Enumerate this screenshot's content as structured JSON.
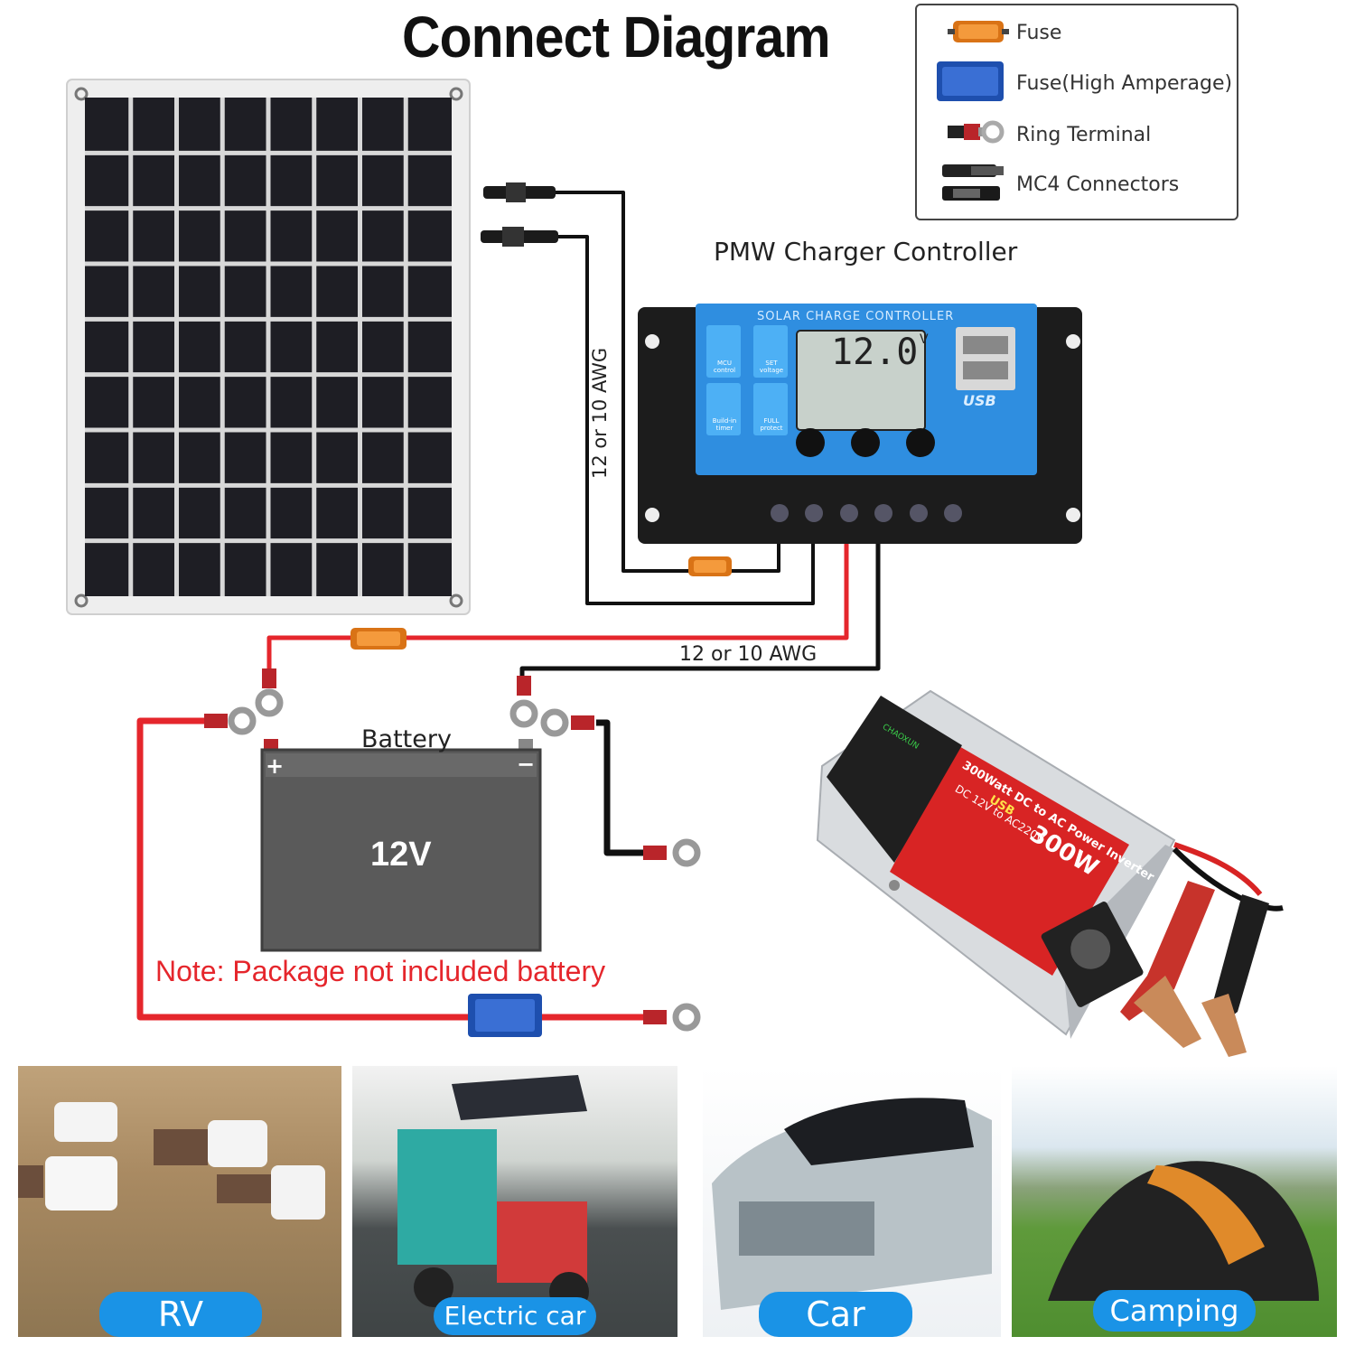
{
  "title": "Connect Diagram",
  "legend": {
    "items": [
      {
        "label": "Fuse",
        "icon": "fuse-icon"
      },
      {
        "label": "Fuse(High Amperage)",
        "icon": "high-amp-fuse-icon"
      },
      {
        "label": "Ring Terminal",
        "icon": "ring-terminal-icon"
      },
      {
        "label": "MC4 Connectors",
        "icon": "mc4-connector-icon"
      }
    ]
  },
  "controller": {
    "caption": "PMW Charger Controller",
    "panel_text": "SOLAR CHARGE CONTROLLER",
    "display": "12.0",
    "display_unit": "V",
    "usb_text": "USB",
    "buttons": [
      {
        "label": "MCU control"
      },
      {
        "label": "SET voltage"
      },
      {
        "label": "Build-in timer"
      },
      {
        "label": "FULL protect"
      }
    ]
  },
  "wires": {
    "awg_vertical": "12 or 10 AWG",
    "awg_horizontal": "12 or 10 AWG"
  },
  "battery": {
    "label": "Battery",
    "voltage": "12V",
    "plus": "+",
    "minus": "−",
    "note": "Note: Package not included battery"
  },
  "inverter": {
    "brand": "CHAOXUN",
    "line1": "300Watt DC to AC Power Inverter",
    "line2": "USB",
    "line3": "DC 12V to AC220V",
    "watts": "300W"
  },
  "applications": [
    {
      "label": "RV"
    },
    {
      "label": "Electric car"
    },
    {
      "label": "Car"
    },
    {
      "label": "Camping"
    }
  ],
  "colors": {
    "wire_red": "#e5262c",
    "wire_black": "#111111",
    "fuse": "#f08a24",
    "high_amp_fuse": "#2f63c6",
    "pill": "#1a93e6",
    "controller_blue": "#2f8ee0"
  }
}
